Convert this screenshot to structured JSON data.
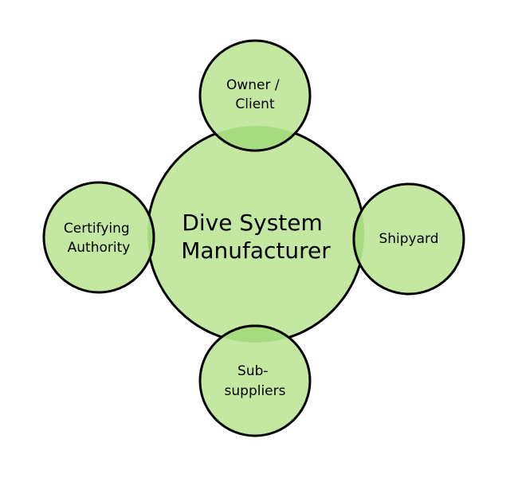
{
  "colors": {
    "fill": "#c4e8a2",
    "overlap": "#a7db80",
    "stroke": "#000000"
  },
  "nodes": {
    "center": {
      "line1": "Dive System",
      "line2": "Manufacturer"
    },
    "top": {
      "line1": "Owner /",
      "line2": "Client"
    },
    "left": {
      "line1": "Certifying",
      "line2": "Authority"
    },
    "right": {
      "line1": "Shipyard"
    },
    "bottom": {
      "line1": "Sub-",
      "line2": "suppliers"
    }
  }
}
